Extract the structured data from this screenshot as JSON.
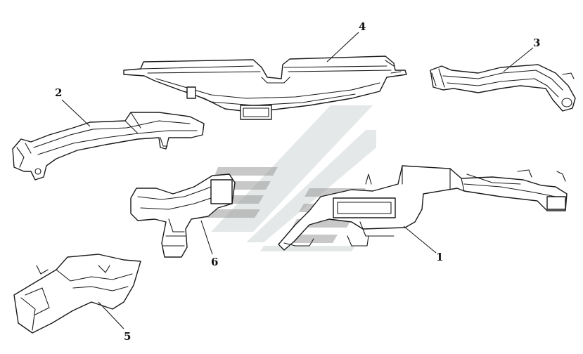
{
  "callouts": [
    {
      "id": "1",
      "label": "1"
    },
    {
      "id": "2",
      "label": "2"
    },
    {
      "id": "3",
      "label": "3"
    },
    {
      "id": "4",
      "label": "4"
    },
    {
      "id": "5",
      "label": "5"
    },
    {
      "id": "6",
      "label": "6"
    }
  ],
  "colors": {
    "line": "#1a1a1a",
    "watermark_dark": "#9a9a9a",
    "watermark_light": "#cfd6d6",
    "background": "#ffffff"
  }
}
